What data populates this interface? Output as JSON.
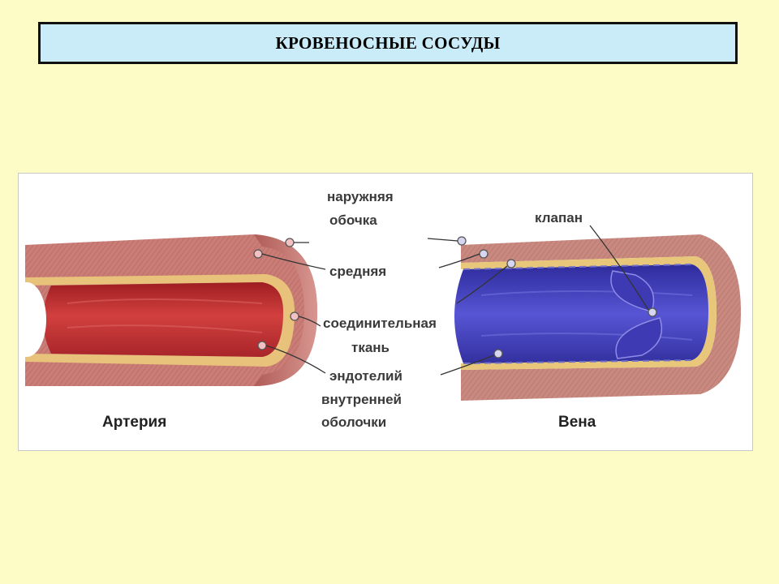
{
  "header": {
    "title": "КРОВЕНОСНЫЕ СОСУДЫ"
  },
  "diagram": {
    "labels": {
      "outer_line1": "наружняя",
      "outer_line2": "обочка",
      "middle": "средняя",
      "connective_line1": "соединительная",
      "connective_line2": "ткань",
      "endo_line1": "эндотелий",
      "endo_line2": "внутренней",
      "endo_line3": "оболочки",
      "valve": "клапан"
    },
    "artery_label": "Артерия",
    "vein_label": "Вена"
  },
  "colors": {
    "background": "#fdfbc6",
    "title_box": "#c9ecf8",
    "artery_wall": "#c87a74",
    "artery_lumen": "#c8383a",
    "vein_wall": "#c5857c",
    "vein_lumen": "#4a48c4",
    "connective_layer": "#e9c77a"
  }
}
